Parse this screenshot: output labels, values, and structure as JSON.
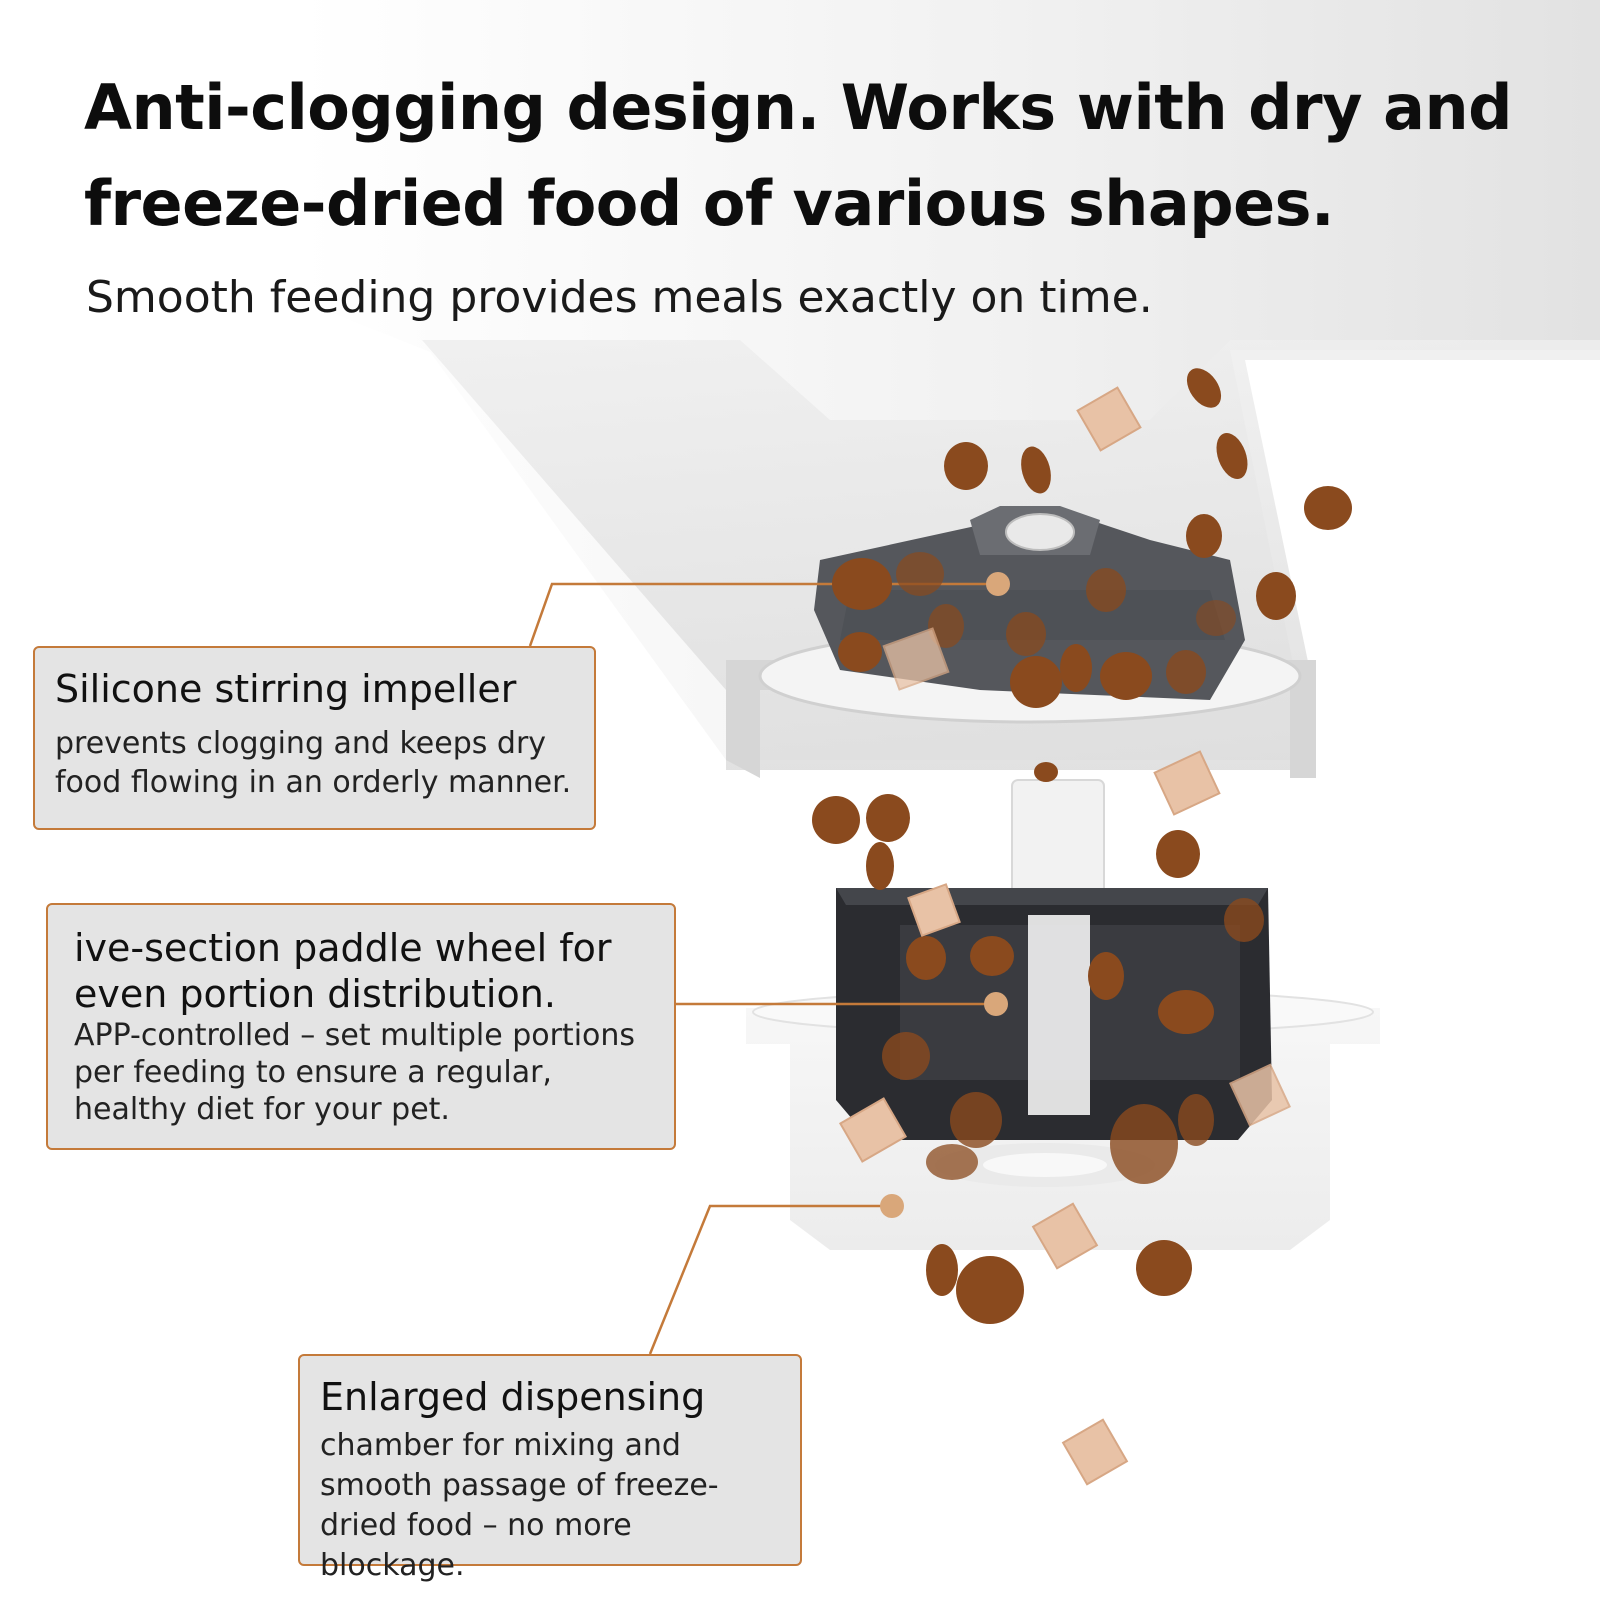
{
  "header": {
    "headline": "Anti-clogging design. Works with dry and freeze-dried food of various shapes.",
    "subhead": "Smooth feeding provides meals exactly on time."
  },
  "callouts": [
    {
      "title": "Silicone stirring impeller",
      "body": "prevents clogging and keeps dry food flowing in an orderly manner."
    },
    {
      "title": "ive-section paddle wheel for even portion distribution.",
      "body": "APP-controlled – set multiple portions per feeding to ensure a regular, healthy diet for your pet."
    },
    {
      "title": "Enlarged dispensing",
      "body": "chamber for mixing and smooth passage of freeze-dried food – no more blockage."
    }
  ],
  "colors": {
    "accent": "#c47a3a",
    "callout_bg": "#e4e4e4",
    "kibble": "#8a4a1e",
    "freeze_dried": "#e8c2a6",
    "paddle": "#2b2c30",
    "impeller": "#55575c"
  }
}
